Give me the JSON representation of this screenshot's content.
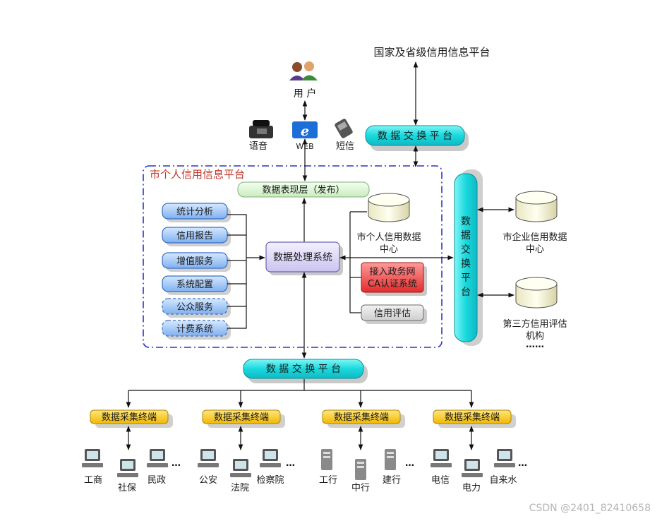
{
  "national_platform": "国家及省级信用信息平台",
  "user_label": "用 户",
  "channels": {
    "voice": "语音",
    "web": "WEB",
    "sms": "短信",
    "web_icon_letter": "e"
  },
  "exchange_top": "数 据 交 换 平 台",
  "exchange_bottom": "数 据 交 换 平 台",
  "exchange_vertical": [
    "数",
    "据",
    "交",
    "换",
    "平",
    "台"
  ],
  "city_platform_title": "市个人信用信息平台",
  "presentation_layer": "数据表现层（发布）",
  "left_modules": [
    "统计分析",
    "信用报告",
    "增值服务",
    "系统配置",
    "公众服务",
    "计费系统"
  ],
  "processing_system": "数据处理系统",
  "personal_credit_center": [
    "市个人信用数据",
    "中心"
  ],
  "ca_system": [
    "接入政务网",
    "CA认证系统"
  ],
  "credit_evaluation": "信用评估",
  "enterprise_center": [
    "市企业信用数据",
    "中心"
  ],
  "third_party": [
    "第三方信用评估",
    "机构"
  ],
  "ellipsis_dots": "……",
  "terminal_label": "数据采集终端",
  "groups": [
    {
      "items": [
        "工商",
        "社保",
        "民政"
      ]
    },
    {
      "items": [
        "公安",
        "法院",
        "检察院"
      ]
    },
    {
      "items": [
        "工行",
        "中行",
        "建行"
      ]
    },
    {
      "items": [
        "电信",
        "电力",
        "自来水"
      ]
    }
  ],
  "more": "…",
  "watermark": "CSDN @2401_82410658"
}
